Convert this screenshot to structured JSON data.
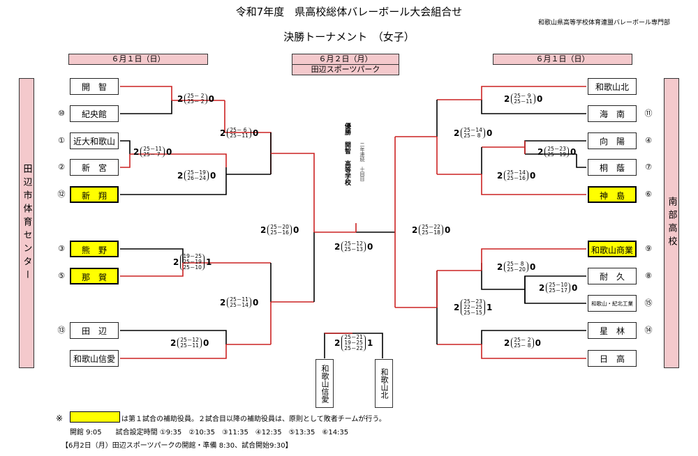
{
  "header": {
    "title": "令和7年度　県高校総体バレーボール大会組合せ",
    "subtitle": "決勝トーナメント　（女子）",
    "org": "和歌山県高等学校体育連盟バレーボール専門部"
  },
  "venues": {
    "left_date": "６月１日（日）",
    "center_date": "６月２日（月）",
    "center_venue": "田辺スポーツパーク",
    "right_date": "６月１日（日）",
    "left_venue_vertical": "田辺市体育センター",
    "right_venue_vertical": "南部高校"
  },
  "left_teams": [
    {
      "seed": "",
      "name": "開　智"
    },
    {
      "seed": "⑩",
      "name": "紀央館"
    },
    {
      "seed": "①",
      "name": "近大和歌山"
    },
    {
      "seed": "②",
      "name": "新　宮"
    },
    {
      "seed": "⑫",
      "name": "新　翔"
    },
    {
      "seed": "③",
      "name": "熊　野"
    },
    {
      "seed": "⑤",
      "name": "那　賀"
    },
    {
      "seed": "⑬",
      "name": "田　辺"
    },
    {
      "seed": "",
      "name": "和歌山信愛"
    }
  ],
  "right_teams": [
    {
      "seed": "",
      "name": "和歌山北"
    },
    {
      "seed": "⑪",
      "name": "海　南"
    },
    {
      "seed": "④",
      "name": "向　陽"
    },
    {
      "seed": "⑦",
      "name": "桐　蔭"
    },
    {
      "seed": "⑥",
      "name": "神　島"
    },
    {
      "seed": "⑨",
      "name": "和歌山商業"
    },
    {
      "seed": "⑧",
      "name": "耐　久"
    },
    {
      "seed": "⑮",
      "name": "和歌山・紀北工業"
    },
    {
      "seed": "⑭",
      "name": "星　林"
    },
    {
      "seed": "",
      "name": "日　高"
    }
  ],
  "scores": {
    "l1": {
      "w": "2",
      "sets": [
        "25－ 2",
        "25－ 2"
      ],
      "l": "0"
    },
    "l2": {
      "w": "2",
      "sets": [
        "25－11",
        "25－ 7"
      ],
      "l": "0"
    },
    "l3": {
      "w": "2",
      "sets": [
        "25－ 6",
        "25－11"
      ],
      "l": "0"
    },
    "l4": {
      "w": "2",
      "sets": [
        "25－19",
        "26－24"
      ],
      "l": "0"
    },
    "l5": {
      "w": "2",
      "sets": [
        "25－20",
        "25－16"
      ],
      "l": "0"
    },
    "l6": {
      "w": "2",
      "sets": [
        "19－25",
        "25－19",
        "25－10"
      ],
      "l": "1"
    },
    "l7": {
      "w": "2",
      "sets": [
        "25－11",
        "25－14"
      ],
      "l": "0"
    },
    "l8": {
      "w": "2",
      "sets": [
        "25－12",
        "25－11"
      ],
      "l": "0"
    },
    "final": {
      "w": "2",
      "sets": [
        "25－12",
        "25－13"
      ],
      "l": "0"
    },
    "third": {
      "w": "2",
      "sets": [
        "25－21",
        "19－25",
        "25－22"
      ],
      "l": "1"
    },
    "r1": {
      "w": "2",
      "sets": [
        "25－ 9",
        "25－11"
      ],
      "l": "0"
    },
    "r2": {
      "w": "2",
      "sets": [
        "25－14",
        "25－ 8"
      ],
      "l": "0"
    },
    "r3": {
      "w": "2",
      "sets": [
        "25－23",
        "25－19"
      ],
      "l": "0"
    },
    "r4": {
      "w": "2",
      "sets": [
        "25－14",
        "25－16"
      ],
      "l": "0"
    },
    "r5": {
      "w": "2",
      "sets": [
        "25－22",
        "25－18"
      ],
      "l": "0"
    },
    "r6": {
      "w": "2",
      "sets": [
        "25－ 8",
        "25－20"
      ],
      "l": "0"
    },
    "r7": {
      "w": "2",
      "sets": [
        "25－10",
        "25－17"
      ],
      "l": "0"
    },
    "r8": {
      "w": "2",
      "sets": [
        "25－23",
        "22－25",
        "25－15"
      ],
      "l": "1"
    },
    "r9": {
      "w": "2",
      "sets": [
        "25－ 2",
        "25－ 8"
      ],
      "l": "0"
    }
  },
  "winner": {
    "label": "優勝　開智　高等学校",
    "note": "二年連続　十回目"
  },
  "third_place": {
    "left": "和歌山信愛",
    "right": "和歌山北"
  },
  "footer": {
    "mark": "※",
    "line1": "は第１試合の補助役員。２試合目以降の補助役員は、原則として敗者チームが行う。",
    "line2": "開館 9:05　　試合設定時間 ①9:35　②10:35　③11:35　④12:35　⑤13:35　⑥14:35",
    "line3": "【6月2日（月）田辺スポーツパークの開館・準備 8:30、試合開始9:30】"
  },
  "colors": {
    "win_line": "#cc2222",
    "line": "#000000",
    "highlight": "#ffff00",
    "venue_bg": "#f4c9cc"
  }
}
